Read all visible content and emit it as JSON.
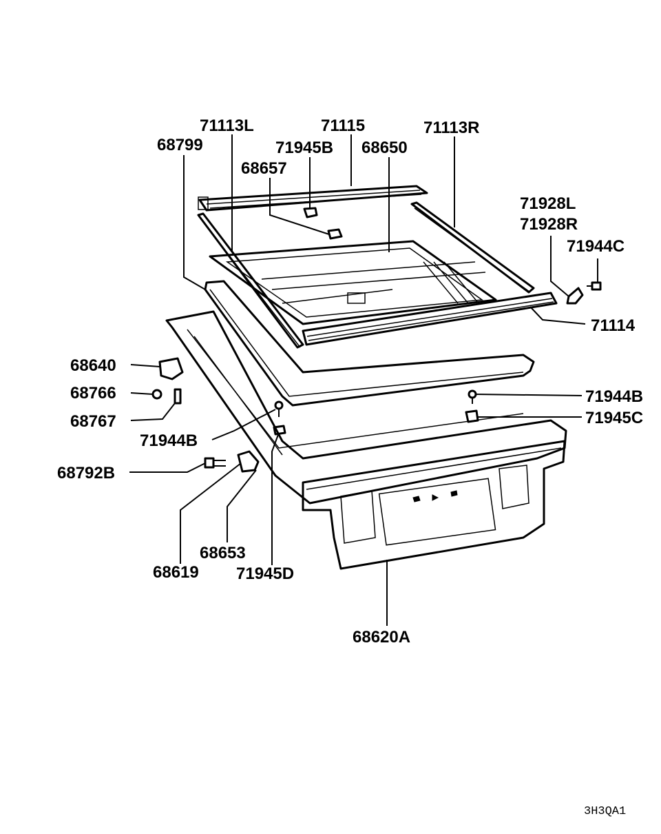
{
  "diagram": {
    "drawing_code": "3H3QA1",
    "part_labels": {
      "p71113L": "71113L",
      "p71115": "71115",
      "p71113R": "71113R",
      "p68799": "68799",
      "p71945B": "71945B",
      "p68650": "68650",
      "p68657": "68657",
      "p71928L": "71928L",
      "p71928R": "71928R",
      "p71944C": "71944C",
      "p71114": "71114",
      "p68640": "68640",
      "p68766": "68766",
      "p68767": "68767",
      "p71944B_left": "71944B",
      "p71944B_right": "71944B",
      "p71945C": "71945C",
      "p68792B": "68792B",
      "p68653": "68653",
      "p68619": "68619",
      "p71945D": "71945D",
      "p68620A": "68620A"
    }
  }
}
